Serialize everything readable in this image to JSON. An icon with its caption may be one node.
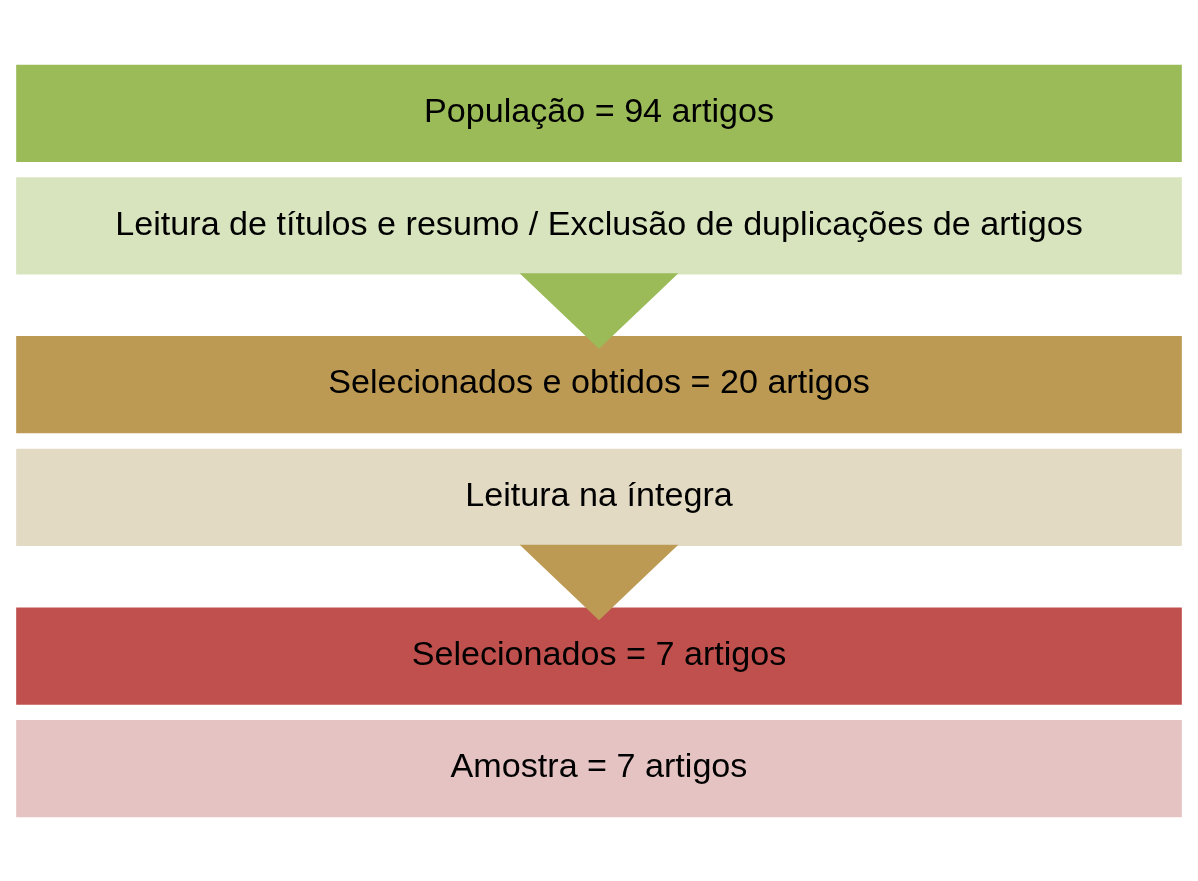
{
  "diagram": {
    "nodes": [
      {
        "text": [
          "População = 94 artigos"
        ]
      },
      {
        "text": [
          "Leitura de títulos e resumo / Exclusão de duplicações de artigos"
        ]
      },
      {
        "text": [
          "Selecionados e obtidos = 20 artigos"
        ]
      },
      {
        "text": [
          "Leitura na íntegra"
        ]
      },
      {
        "text": [
          "Selecionados = 7 artigos"
        ]
      },
      {
        "text": [
          "Amostra = 7 artigos"
        ]
      }
    ],
    "edges": [
      {
        "from": 1,
        "to": 2,
        "arrow": "to",
        "color": "#9bbb59",
        "style": "thick"
      },
      {
        "from": 3,
        "to": 4,
        "arrow": "to",
        "color": "#bd9a54",
        "style": "thick"
      }
    ]
  }
}
